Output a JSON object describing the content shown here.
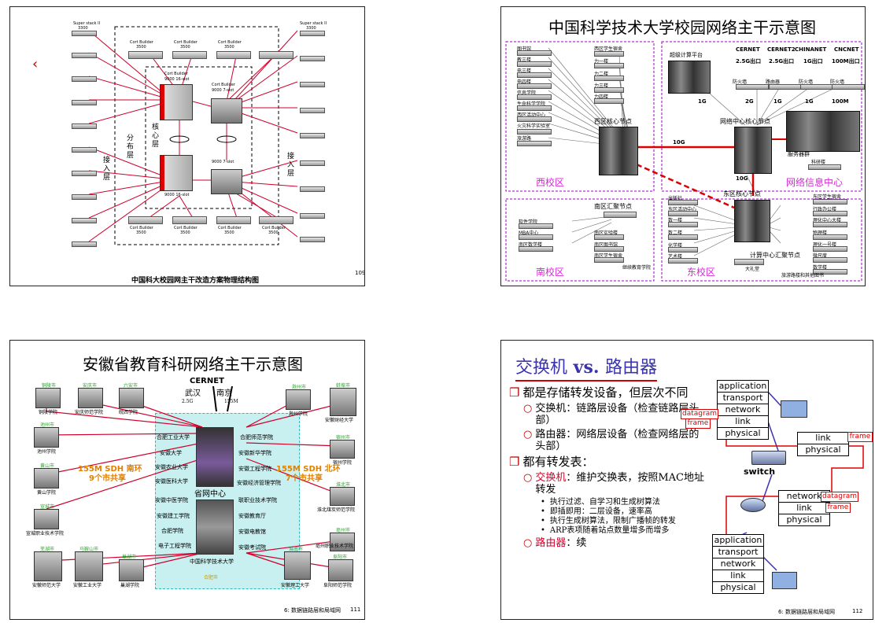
{
  "slide1": {
    "caption": "中国科大校园网主干改造方案物理结构图",
    "page": "109",
    "stack_label_1": "Super stack II",
    "stack_label_2": "3300",
    "edge_label_1": "Cort  Builder",
    "edge_label_2": "3500",
    "core_a_1": "Cort  Builder",
    "core_a_2": "9000  16-slot",
    "core_b_1": "Cort  Builder",
    "core_b_2": "9000  7-slot",
    "layer_core": "核\n心\n层",
    "layer_dist": "分\n布\n层",
    "layer_access_l": "接\n入\n层",
    "layer_access_r": "接\n入\n层"
  },
  "slide2": {
    "title": "中国科学技术大学校园网络主干示意图",
    "west_items": [
      "图书馆",
      "教三楼",
      "电三楼",
      "电四楼",
      "信息学院",
      "生命科学学院",
      "西区活动中心",
      "火灾科学实验室",
      "旅游路"
    ],
    "west_items2": [
      "西区学生宿舍",
      "力一楼",
      "力二楼",
      "力三楼",
      "力四楼"
    ],
    "west_node": "西区核心节点",
    "zone_west": "西校区",
    "supercomputer": "超级计算平台",
    "isp": [
      "CERNET",
      "CERNET2",
      "CHINANET",
      "CNCNET"
    ],
    "isp_speed": [
      "2.5G出口",
      "2.5G出口",
      "1G出口",
      "100M出口"
    ],
    "firewall": "防火墙",
    "router": "路由器",
    "links_top": [
      "1G",
      "2G",
      "1G",
      "1G",
      "100M"
    ],
    "center_node": "网络中心核心节点",
    "server_group": "服务器群",
    "research_bldg": "科研楼",
    "zone_center": "网络信息中心",
    "link_10g_a": "10G",
    "link_10g_b": "10G",
    "east_node": "东区核心节点",
    "east_left": [
      "出版社",
      "东区活动中心",
      "数一楼",
      "数二楼",
      "化学楼",
      "艺术楼"
    ],
    "east_right": [
      "东区学生宿舍",
      "行政办公楼",
      "理化中心大楼",
      "物理楼",
      "理化一号楼",
      "微尺度",
      "数学楼"
    ],
    "compute_node": "计算中心汇聚节点",
    "dali": "大礼堂",
    "east_bottom": "旅游路楼和其他图书",
    "zone_east": "东校区",
    "south_node": "南区汇聚节点",
    "south_left": [
      "软件学院",
      "MBA中心",
      "南区数学楼"
    ],
    "south_right": [
      "南区实验楼",
      "南区图书馆",
      "南区学生宿舍"
    ],
    "south_bottom": "继续教育学院",
    "zone_south": "南校区"
  },
  "slide3": {
    "title": "安徽省教育科研网络主干示意图",
    "cernet": "CERNET",
    "wuhan": "武汉",
    "nanjing": "南京",
    "speed_25": "2.5G",
    "speed_155": "155M",
    "hub": "省网中心",
    "hub_bottom": "中国科学技术大学",
    "hub_city": "合肥市",
    "left_ring": "155M SDH 南环",
    "left_ring2": "9个市共享",
    "right_ring": "155M SDH 北环",
    "right_ring2": "7个市共享",
    "center_left": [
      "合肥工业大学",
      "安徽大学",
      "安徽农业大学",
      "安徽医科大学",
      "安徽中医学院",
      "安徽建工学院",
      "合肥学院",
      "电子工程学院"
    ],
    "center_right": [
      "合肥师范学院",
      "安徽新华学院",
      "安徽工程学院",
      "安徽经济管理学院",
      "联职业技术学院",
      "安徽教育厅",
      "安徽电教馆",
      "安徽考试院"
    ],
    "top_cities": [
      [
        "铜陵市",
        "铜陵学院"
      ],
      [
        "安庆市",
        "安庆师范学院"
      ],
      [
        "六安市",
        "皖西学院"
      ]
    ],
    "left_cities": [
      [
        "池州市",
        "池州学院"
      ],
      [
        "黄山市",
        "黄山学院"
      ],
      [
        "宣城市",
        "宣城职业技术学院"
      ]
    ],
    "bottom_cities": [
      [
        "芜湖市",
        "安徽师范大学"
      ],
      [
        "马鞍山市",
        "安徽工业大学"
      ],
      [
        "巢湖市",
        "巢湖学院"
      ],
      [
        "淮南市",
        "安徽理工大学"
      ],
      [
        "阜阳市",
        "阜阳师范学院"
      ]
    ],
    "right_top": [
      [
        "滁州市",
        "滁州学院"
      ],
      [
        "蚌埠市",
        "安徽财经大学"
      ]
    ],
    "right_cities": [
      [
        "宿州市",
        "宿州学院"
      ],
      [
        "淮北市",
        "淮北煤炭师范学院"
      ],
      [
        "亳州市",
        "亳州职业技术学院"
      ]
    ],
    "footer": "6: 数据链路层和局域网",
    "page": "111"
  },
  "slide4": {
    "title_a": "交换机",
    "title_vs": " vs. ",
    "title_b": "路由器",
    "b1": "都是存储转发设备，但层次不同",
    "b1a_label": "交换机",
    "b1a": "：链路层设备（检查链路层头部）",
    "b1b_label": "路由器",
    "b1b": "：网络层设备（检查网络层的头部）",
    "b2": "都有转发表：",
    "b2a_label": "交换机",
    "b2a_text": "：维护交换表，按照MAC地址转发",
    "b2a_items": [
      "执行过滤、自学习和生成树算法",
      "即插即用：二层设备，速率高",
      "执行生成树算法，限制广播帧的转发",
      "ARP表项随着站点数量增多而增多"
    ],
    "b2b_label": "路由器",
    "b2b": "：续",
    "stack_top": [
      "application",
      "transport",
      "network",
      "link",
      "physical"
    ],
    "switch_stack": [
      "link",
      "physical"
    ],
    "router_stack": [
      "network",
      "link",
      "physical"
    ],
    "stack_bottom": [
      "application",
      "transport",
      "network",
      "link",
      "physical"
    ],
    "datagram": "datagram",
    "frame": "frame",
    "switch": "switch",
    "footer": "6: 数据链路层和局域网",
    "page": "112"
  }
}
